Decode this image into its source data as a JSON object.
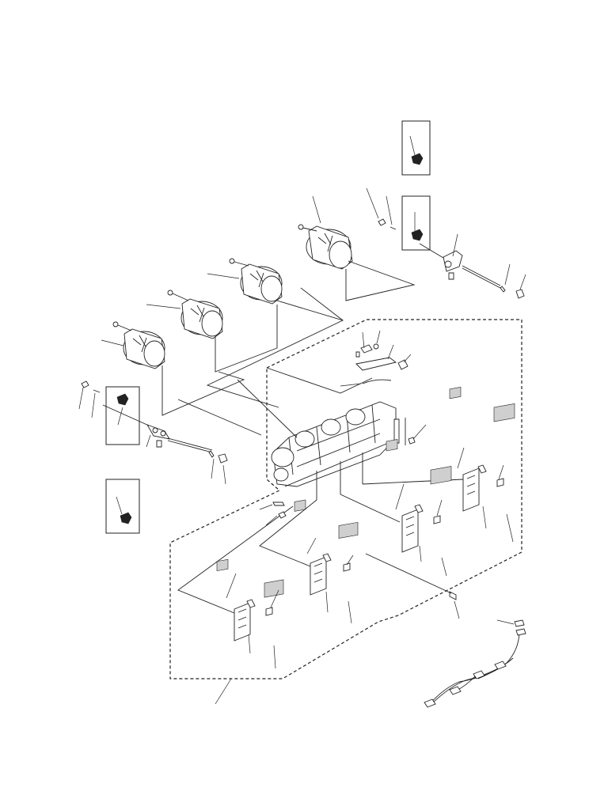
{
  "diagram": {
    "type": "exploded-parts-view",
    "has_text_labels": false,
    "components": [
      "drum-holder-1",
      "drum-holder-2",
      "drum-holder-3",
      "drum-holder-4",
      "main-frame",
      "drive-shaft-upper",
      "drive-shaft-lower",
      "lever-bracket",
      "cartridge-guide-1",
      "cartridge-guide-2",
      "cartridge-guide-3",
      "cartridge-guide-4",
      "wire-harness",
      "inset-lever-1",
      "inset-lever-2",
      "inset-lever-3",
      "inset-lever-4"
    ],
    "colors": {
      "line": "#222222",
      "background": "#ffffff",
      "label_fill": "#cfcfcf"
    }
  }
}
